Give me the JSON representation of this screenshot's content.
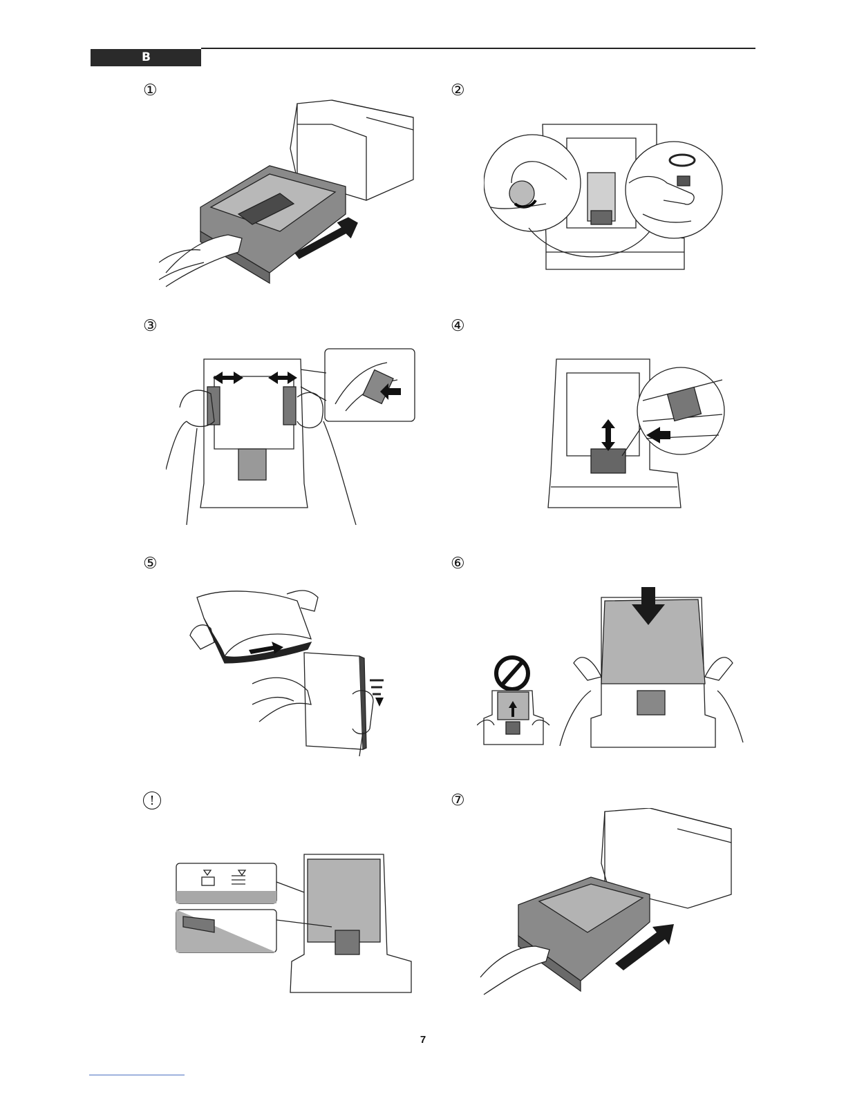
{
  "header": {
    "section_label": "B"
  },
  "steps": [
    {
      "number": "①"
    },
    {
      "number": "②"
    },
    {
      "number": "③"
    },
    {
      "number": "④"
    },
    {
      "number": "⑤"
    },
    {
      "number": "⑥"
    },
    {
      "number": "!"
    },
    {
      "number": "⑦"
    }
  ],
  "footer": {
    "page_number": "7"
  },
  "colors": {
    "ink": "#111111",
    "tray_gray": "#8a8a8a",
    "paper_gray": "#b3b3b3",
    "arrow": "#1a1a1a",
    "header_bar": "#2a2a2a"
  }
}
